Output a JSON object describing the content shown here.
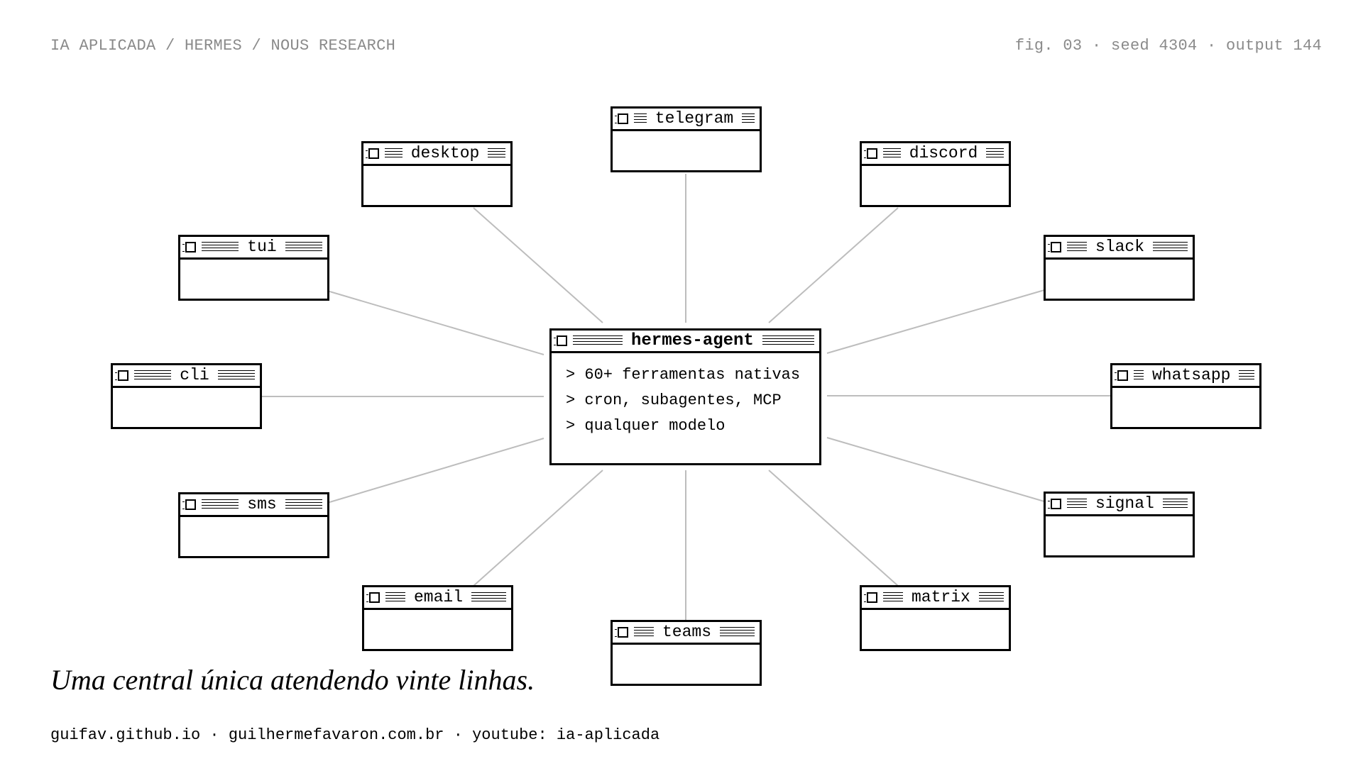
{
  "header": {
    "breadcrumb": "IA APLICADA / HERMES / NOUS RESEARCH",
    "meta": "fig. 03 · seed 4304 · output 144"
  },
  "center": {
    "title": "hermes-agent",
    "lines": [
      "> 60+ ferramentas nativas",
      "> cron, subagentes, MCP",
      "> qualquer modelo"
    ]
  },
  "channels": [
    {
      "label": "telegram"
    },
    {
      "label": "discord"
    },
    {
      "label": "slack"
    },
    {
      "label": "whatsapp"
    },
    {
      "label": "signal"
    },
    {
      "label": "matrix"
    },
    {
      "label": "teams"
    },
    {
      "label": "email"
    },
    {
      "label": "sms"
    },
    {
      "label": "cli"
    },
    {
      "label": "tui"
    },
    {
      "label": "desktop"
    }
  ],
  "tagline": "Uma central única atendendo vinte linhas.",
  "footer": "guifav.github.io · guilhermefavaron.com.br · youtube: ia-aplicada",
  "colors": {
    "edge": "#bdbdbd",
    "header_text": "#8a8a8a",
    "border": "#000000"
  },
  "icons": {
    "window": "window-box-icon",
    "titlebar": "titlebar-stripes"
  }
}
